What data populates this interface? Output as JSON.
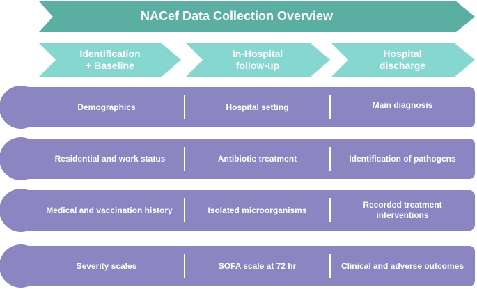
{
  "colors": {
    "banner": "#5aafa2",
    "phase": "#86d7cf",
    "row": "#8b85c1",
    "text": "#ffffff"
  },
  "title": "NACef Data Collection Overview",
  "phases": [
    {
      "label": "Identification\n+ Baseline"
    },
    {
      "label": "In-Hospital\nfollow-up"
    },
    {
      "label": "Hospital\ndischarge"
    }
  ],
  "rows": [
    {
      "cells": [
        "Demographics",
        "Hospital setting",
        "Main diagnosis"
      ]
    },
    {
      "cells": [
        "Residential and work status",
        "Antibiotic treatment",
        "Identification of pathogens"
      ]
    },
    {
      "cells": [
        "Medical and vaccination history",
        "Isolated microorganisms",
        "Recorded treatment\ninterventions"
      ]
    },
    {
      "cells": [
        "Severity scales",
        "SOFA scale at 72 hr",
        "Clinical and adverse outcomes"
      ]
    }
  ]
}
